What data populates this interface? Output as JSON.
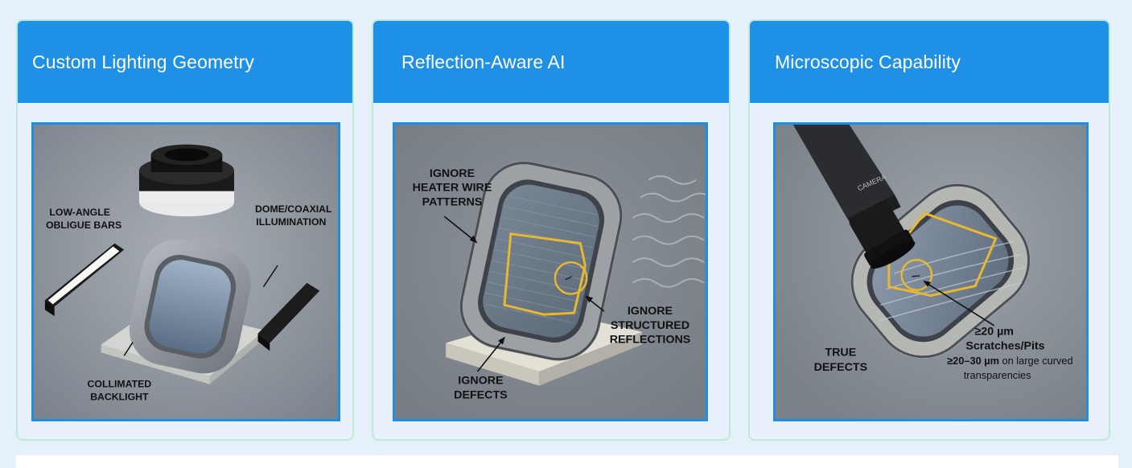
{
  "cards": [
    {
      "title": "Custom Lighting Geometry",
      "labels": {
        "oblique_1": "LOW-ANGLE",
        "oblique_2": "OBLIGUE BARS",
        "dome_1": "DOME/COAXIAL",
        "dome_2": "ILLUMINATION",
        "backlight_1": "COLLIMATED",
        "backlight_2": "BACKLIGHT"
      }
    },
    {
      "title": "Reflection-Aware AI",
      "labels": {
        "heater_1": "IGNORE",
        "heater_2": "HEATER WIRE",
        "heater_3": "PATTERNS",
        "refl_1": "IGNORE",
        "refl_2": "STRUCTURED",
        "refl_3": "REFLECTIONS",
        "defects_1": "IGNORE",
        "defects_2": "DEFECTS"
      }
    },
    {
      "title": "Microscopic Capability",
      "labels": {
        "camera": "CAMERA",
        "true_1": "TRUE",
        "true_2": "DEFECTS",
        "spec_1": "≥20 µm",
        "spec_2": "Scratches/Pits",
        "spec_3_bold": "≥20–30 µm",
        "spec_3_rest": " on large curved",
        "spec_4": "transparencies"
      }
    }
  ],
  "colors": {
    "header": "#1e90e6",
    "panel_border": "#1e8ee0",
    "highlight": "#e8b830",
    "background": "#e6f0fa"
  }
}
